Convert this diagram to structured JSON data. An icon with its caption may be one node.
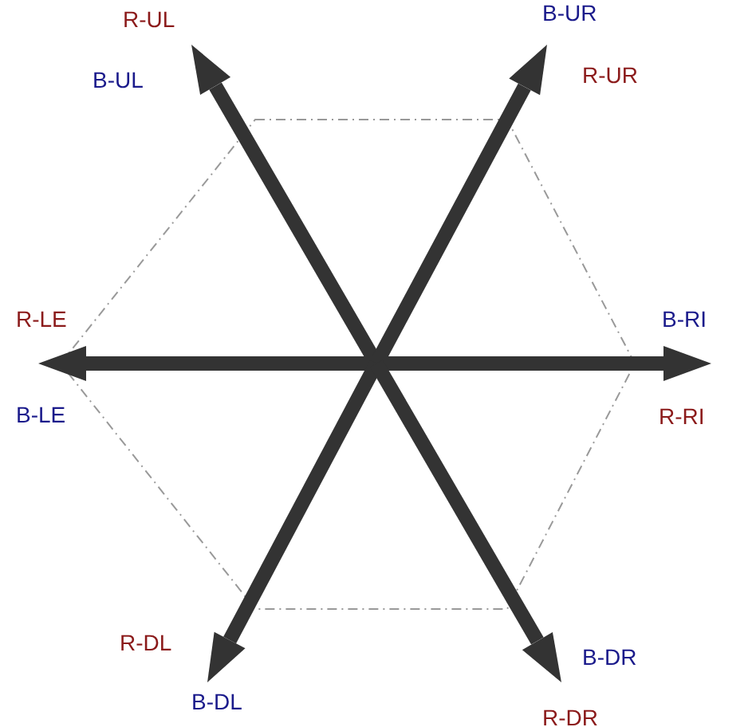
{
  "diagram": {
    "labels": [
      "R-UL",
      "B-UR",
      "B-UL",
      "R-UR",
      "R-LE",
      "B-RI",
      "B-LE",
      "R-RI",
      "R-DL",
      "B-DR",
      "B-DL",
      "R-DR"
    ]
  }
}
